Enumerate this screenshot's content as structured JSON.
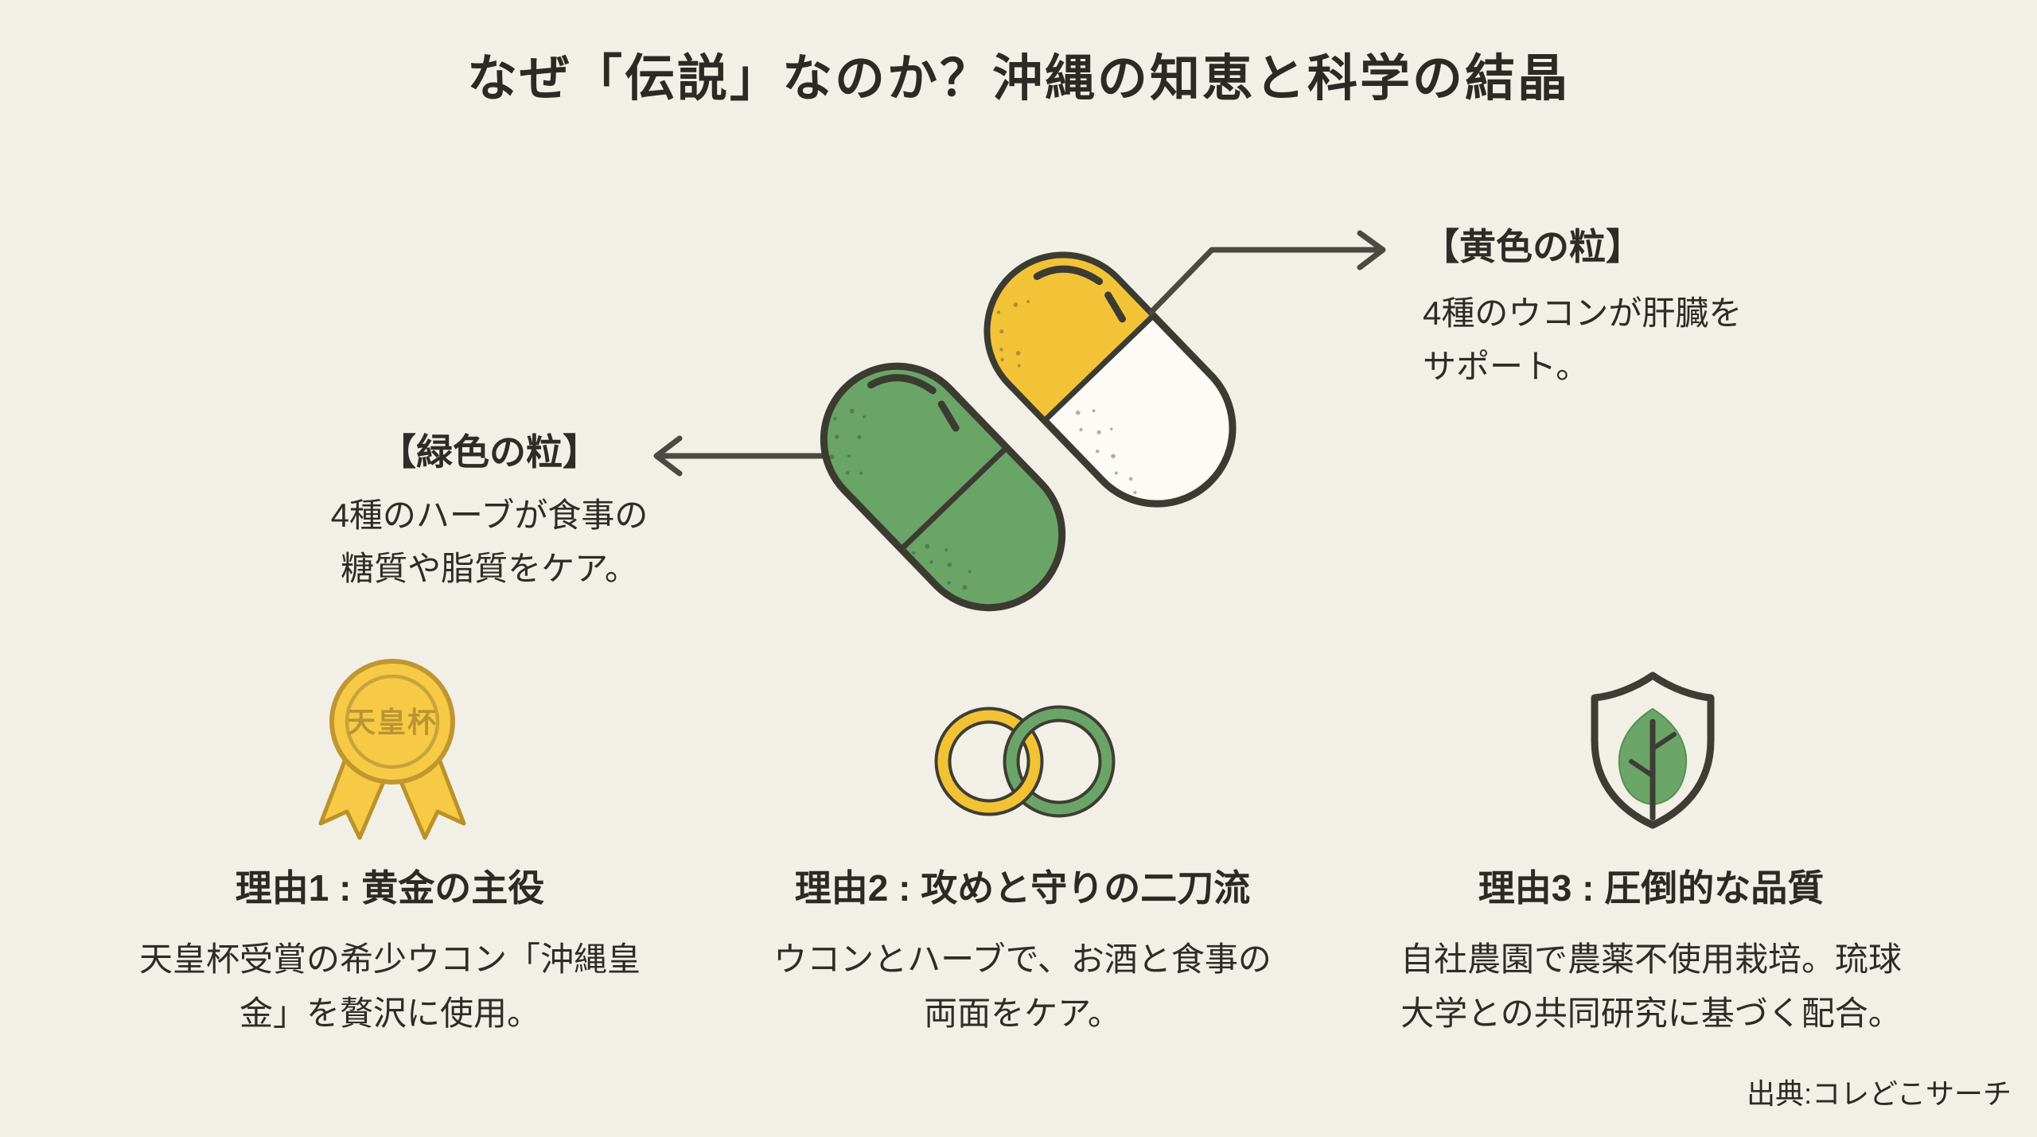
{
  "title": "なぜ「伝説」なのか？沖縄の知恵と科学の結晶",
  "capsule_labels": {
    "green": {
      "heading": "【緑色の粒】",
      "line1": "4種のハーブが食事の",
      "line2": "糖質や脂質をケア。"
    },
    "yellow": {
      "heading": "【黄色の粒】",
      "line1": "4種のウコンが肝臓を",
      "line2": "サポート。"
    }
  },
  "medal": {
    "text": "天皇杯"
  },
  "reasons": [
    {
      "icon": "award-medal",
      "heading": "理由1 : 黄金の主役",
      "line1": "天皇杯受賞の希少ウコン「沖縄皇",
      "line2": "金」を贅沢に使用。"
    },
    {
      "icon": "interlocking-rings",
      "heading": "理由2 : 攻めと守りの二刀流",
      "line1": "ウコンとハーブで、お酒と食事の",
      "line2": "両面をケア。"
    },
    {
      "icon": "shield-leaf",
      "heading": "理由3 : 圧倒的な品質",
      "line1": "自社農園で農薬不使用栽培。琉球",
      "line2": "大学との共同研究に基づく配合。"
    }
  ],
  "source": "出典:コレどこサーチ",
  "colors": {
    "background": "#f2efe7",
    "text": "#2b2a25",
    "capsule_green": "#6aa567",
    "capsule_yellow": "#f2c337",
    "capsule_white": "#fcfbf5",
    "outline_dark": "#3c3b32",
    "connector": "#4a4942",
    "medal_gold": "#f6ca45",
    "medal_gold_dark": "#b99433"
  }
}
